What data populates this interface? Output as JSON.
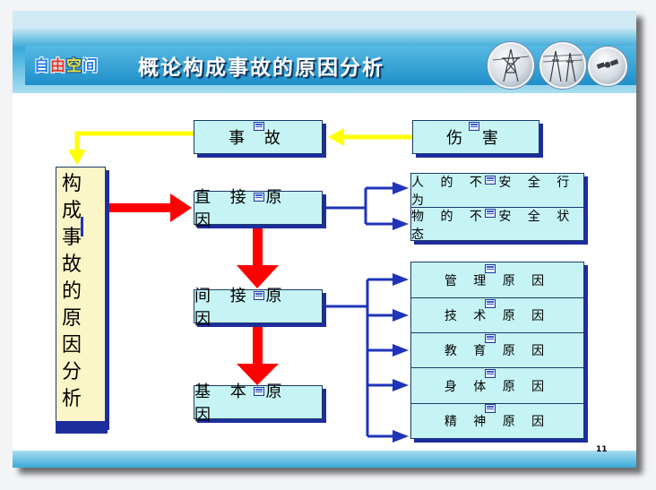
{
  "header": {
    "logo": [
      "自",
      "由",
      "空",
      "间"
    ],
    "title": "概论构成事故的原因分析"
  },
  "diagram": {
    "left_box": [
      "构",
      "成",
      "事",
      "故",
      "的",
      "原",
      "因",
      "分",
      "析"
    ],
    "accident": "事 故",
    "injury": "伤 害",
    "direct_cause": "直 接 原 因",
    "indirect_cause": "间 接 原 因",
    "basic_cause": "基 本 原 因",
    "direct_items": [
      "人 的 不 安 全 行 为",
      "物 的 不 安 全 状 态"
    ],
    "indirect_items": [
      "管 理 原 因",
      "技 术 原 因",
      "教 育 原 因",
      "身 体 原 因",
      "精 神 原 因"
    ]
  },
  "footer": {
    "page_number": "11"
  },
  "colors": {
    "box_fill": "#c6f4f5",
    "left_box_fill": "#fbf6c8",
    "arrow_red": "#ff0000",
    "arrow_yellow": "#ffff00",
    "arrow_blue": "#1f34b8",
    "box_shadow": "#1e2d9e"
  },
  "icons": [
    "note-icon",
    "power-tower-icon",
    "satellite-icon"
  ]
}
